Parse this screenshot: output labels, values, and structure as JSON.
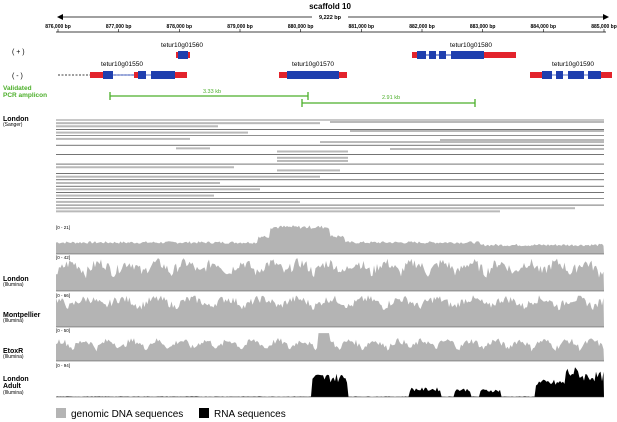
{
  "title": "scaffold 10",
  "span": "9,222 bp",
  "axis_ticks": [
    "876,000 bp",
    "877,000 bp",
    "878,000 bp",
    "879,000 bp",
    "880,000 bp",
    "881,000 bp",
    "882,000 bp",
    "883,000 bp",
    "884,000 bp",
    "885,000 bp"
  ],
  "strands": {
    "plus": "( + )",
    "minus": "( - )"
  },
  "genes": [
    {
      "id": "g1560",
      "label": "tetur10g01560",
      "strand": "+"
    },
    {
      "id": "g1580",
      "label": "tetur10g01580",
      "strand": "+"
    },
    {
      "id": "g1550",
      "label": "tetur10g01550",
      "strand": "-"
    },
    {
      "id": "g1570",
      "label": "tetur10g01570",
      "strand": "-"
    },
    {
      "id": "g1590",
      "label": "tetur10g01590",
      "strand": "-"
    }
  ],
  "pcr": {
    "label_line1": "Validated",
    "label_line2": "PCR amplicon",
    "amplicons": [
      {
        "label": "3.33 kb"
      },
      {
        "label": "2.91 kb"
      }
    ]
  },
  "tracks": [
    {
      "name": "London",
      "sub": "(Sanger)"
    },
    {
      "name": "",
      "sub": "",
      "range": "[0 - 21]"
    },
    {
      "name": "London",
      "sub": "(Illumina)",
      "range": "[0 - 42]"
    },
    {
      "name": "Montpellier",
      "sub": "(Illumina)",
      "range": "[0 - 66]"
    },
    {
      "name": "EtoxR",
      "sub": "(Illumina)",
      "range": "[0 - 50]"
    },
    {
      "name": "London Adult",
      "sub": "(Illumina)",
      "range": "[0 - 94]"
    }
  ],
  "legend": {
    "dna": "genomic DNA sequences",
    "rna": "RNA sequences"
  },
  "colors": {
    "exon": "#1f3fae",
    "utr": "#e3232c",
    "pcr": "#4caf2a",
    "coverage": "#b4b4b4",
    "rna": "#000000",
    "read": "#b9b9b9"
  }
}
